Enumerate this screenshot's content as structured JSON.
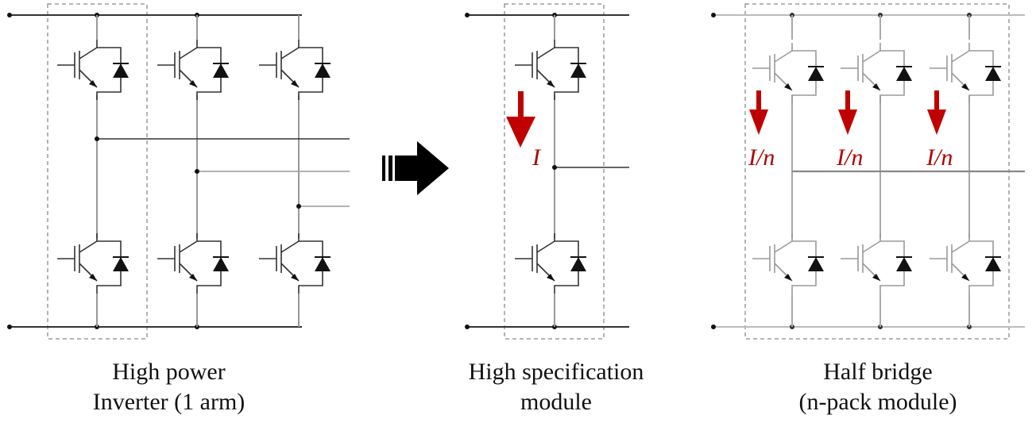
{
  "panels": [
    {
      "caption_lines": [
        "High power",
        "Inverter (1 arm)"
      ]
    },
    {
      "caption_lines": [
        "High specification",
        "module"
      ],
      "current_label": "I"
    },
    {
      "caption_lines": [
        "Half bridge",
        "(n-pack module)"
      ],
      "current_label": "I/n"
    }
  ],
  "colors": {
    "wire": "#333333",
    "wire_light": "#9a9a9a",
    "dashed_box": "#8a8a8a",
    "current_arrow": "#c00000",
    "big_arrow": "#000000"
  },
  "icons": [
    "igbt-switch-icon",
    "freewheel-diode-icon",
    "current-arrow-icon",
    "transition-arrow-icon"
  ]
}
